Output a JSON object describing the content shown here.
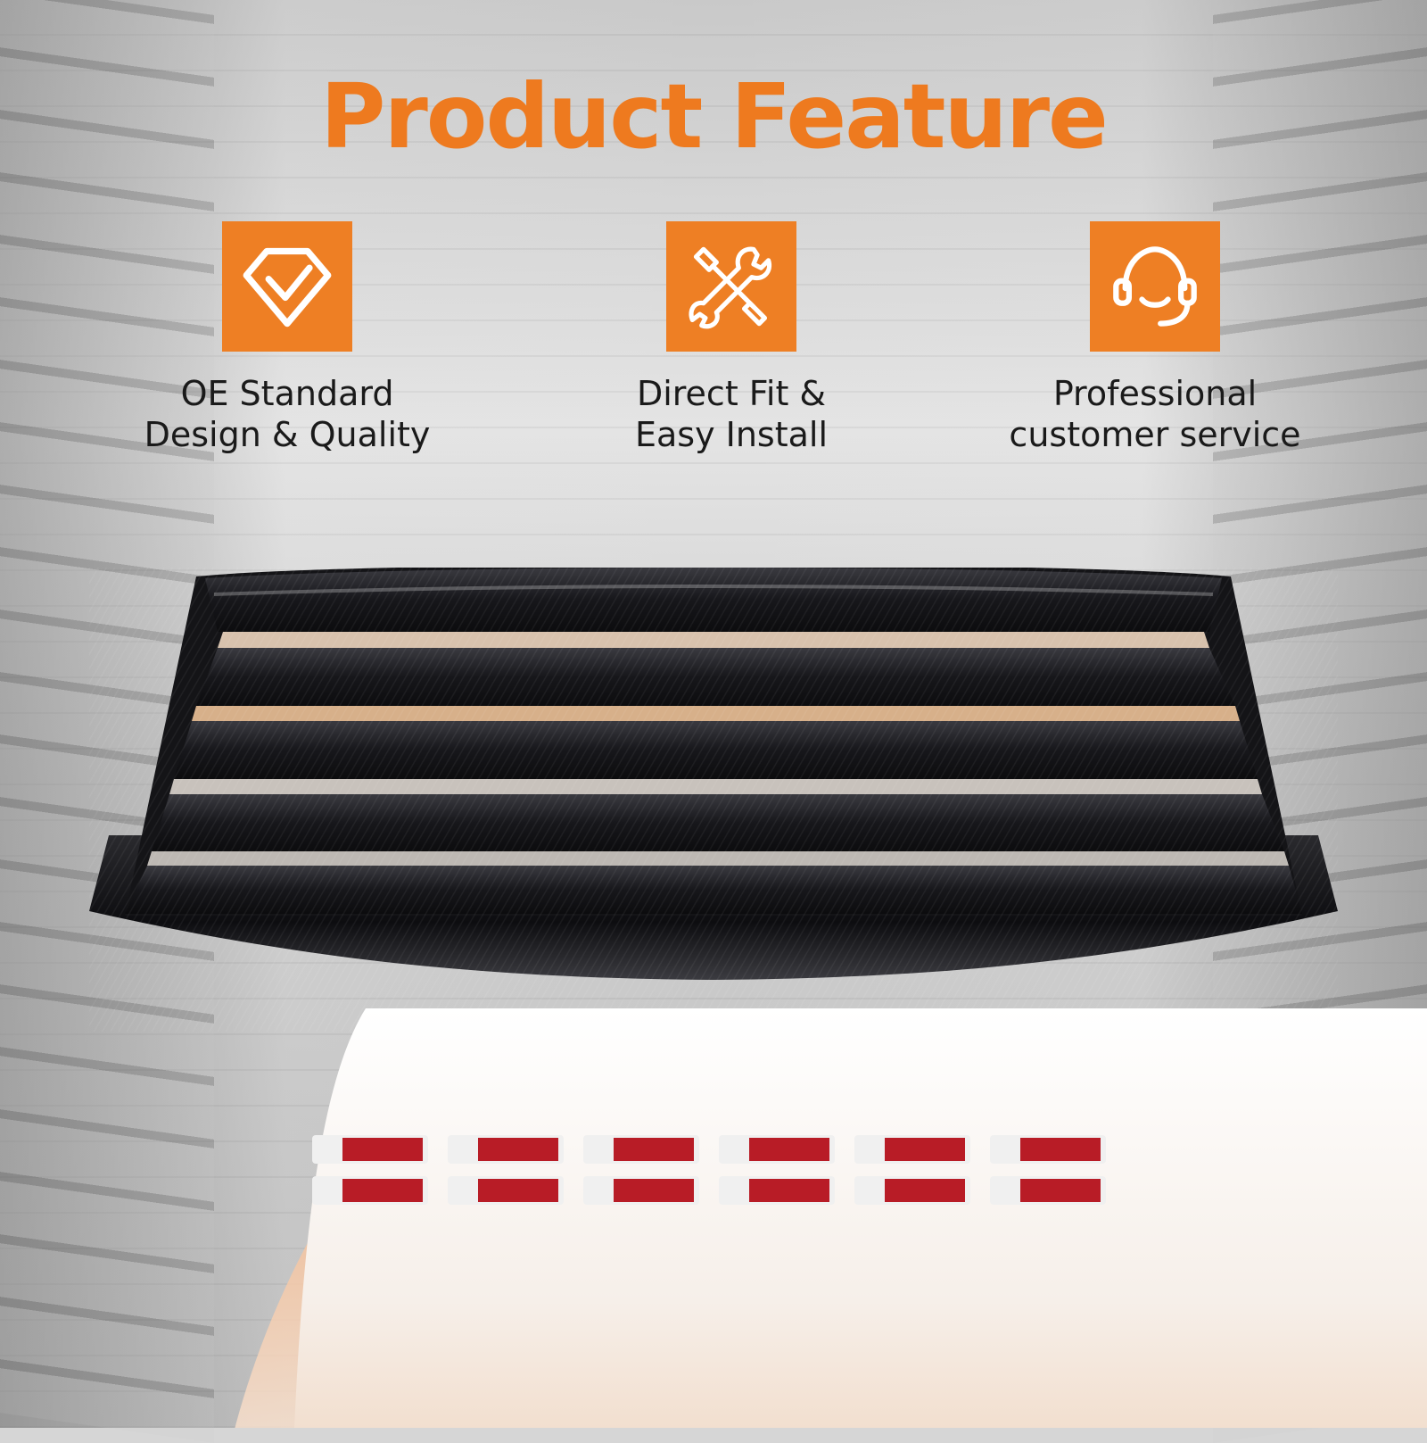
{
  "title": "Product Feature",
  "features": [
    {
      "icon": "diamond-check-icon",
      "line1": "OE Standard",
      "line2": "Design & Quality"
    },
    {
      "icon": "wrench-screwdriver-icon",
      "line1": "Direct Fit &",
      "line2": "Easy Install"
    },
    {
      "icon": "headset-icon",
      "line1": "Professional",
      "line2": "customer service"
    }
  ],
  "colors": {
    "accent": "#ee7f24",
    "title": "#ee7a1f",
    "text": "#1a1a1a",
    "louver": "#1b1b1f",
    "tape": "#b81c26"
  },
  "product": {
    "louver_slats": 4,
    "tape_count": 12
  }
}
